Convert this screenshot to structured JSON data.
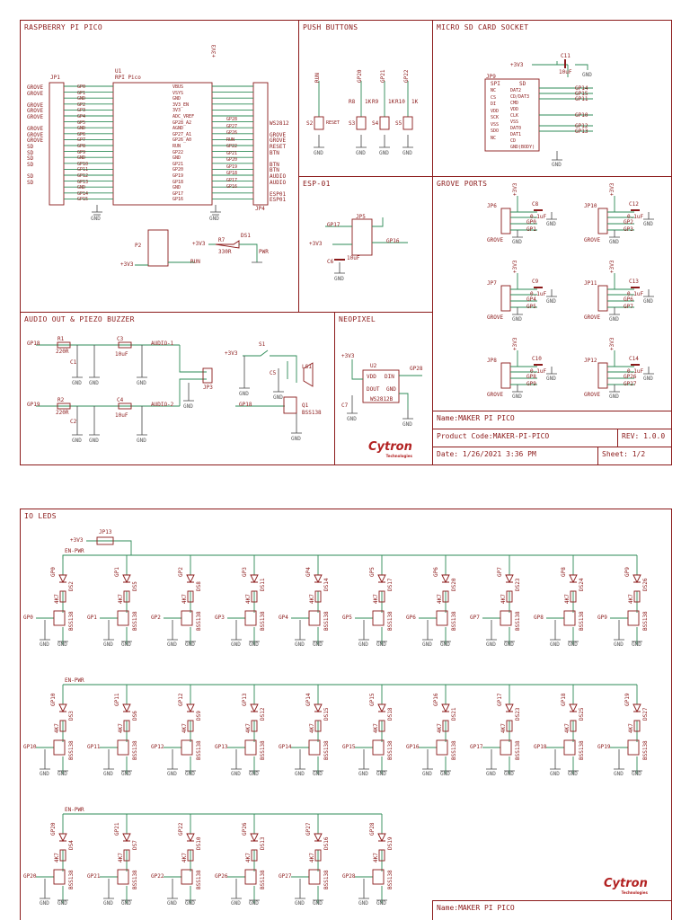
{
  "sheet1": {
    "panels": {
      "pico": "RASPBERRY PI PICO",
      "push": "PUSH BUTTONS",
      "sd": "MICRO SD CARD SOCKET",
      "esp": "ESP-01",
      "grove": "GROVE PORTS",
      "audio": "AUDIO OUT & PIEZO BUZZER",
      "neopixel": "NEOPIXEL"
    },
    "pico": {
      "jp1": "JP1",
      "u1": "U1",
      "u1_name": "RPI Pico",
      "jp4": "JP4",
      "left_labels": [
        "GROVE",
        "GROVE",
        "",
        "GROVE",
        "GROVE",
        "GROVE",
        "",
        "GROVE",
        "GROVE",
        "GROVE",
        "SD",
        "SD",
        "SD",
        "SD",
        "",
        "SD",
        "SD"
      ],
      "right_labels": [
        "",
        "",
        "",
        "",
        "",
        "",
        "WS2812",
        "",
        "GROVE",
        "GROVE",
        "RESET",
        "BTN",
        "",
        "BTN",
        "BTN",
        "AUDIO",
        "AUDIO",
        "",
        "ESP01",
        "ESP01"
      ],
      "gp_left": [
        "GP0",
        "GP1",
        "GND",
        "GP2",
        "GP3",
        "GP4",
        "GP5",
        "GND",
        "GP6",
        "GP7",
        "GP8",
        "GP9",
        "GND",
        "GP10",
        "GP11",
        "GP12",
        "GP13",
        "GND",
        "GP14",
        "GP15"
      ],
      "gp_right": [
        "VBUS",
        "VSYS",
        "GND",
        "3V3_EN",
        "3V3",
        "ADC_VREF",
        "GP28_A2",
        "AGND",
        "GP27_A1",
        "GP26_A0",
        "RUN",
        "GP22",
        "GND",
        "GP21",
        "GP20",
        "GP19",
        "GP18",
        "GND",
        "GP17",
        "GP16"
      ],
      "jp4_gp": [
        "GP28",
        "GP27",
        "GP26",
        "RUN",
        "GP22",
        "GP21",
        "GP20",
        "GP19",
        "GP18",
        "GP17",
        "GP16"
      ],
      "p2": "P2",
      "r7": "R7",
      "r7_val": "330R",
      "ds1": "DS1",
      "pwr": "PWR",
      "v33": "+3V3",
      "run": "RUN",
      "gnd": "GND"
    },
    "push": {
      "btns": [
        {
          "sw": "S2",
          "lbl": "RESET",
          "net": "RUN"
        },
        {
          "sw": "S3",
          "lbl": "",
          "net": "GP20",
          "r": "R8",
          "rv": "1K"
        },
        {
          "sw": "S4",
          "lbl": "",
          "net": "GP21",
          "r": "R9",
          "rv": "1K"
        },
        {
          "sw": "S5",
          "lbl": "",
          "net": "GP22",
          "r": "R10",
          "rv": "1K"
        }
      ]
    },
    "sd": {
      "c11": "C11",
      "c11_val": "10uF",
      "jp9": "JP9",
      "spi": "SPI",
      "sdcol": "SD",
      "pins_left": [
        "NC",
        "CS",
        "DI",
        "VDD",
        "SCK",
        "VSS",
        "SDO",
        "NC"
      ],
      "pins_right": [
        "DAT2",
        "CD/DAT3",
        "CMD",
        "VDD",
        "CLK",
        "VSS",
        "DAT0",
        "DAT1",
        "CD",
        "GND(BODY)"
      ],
      "nets": [
        "GP14",
        "GP15",
        "GP11",
        "GP10",
        "GP12",
        "GP13"
      ]
    },
    "esp": {
      "jp5": "JP5",
      "c6": "C6",
      "c6_val": "10uF",
      "nets": [
        "GP17",
        "GP16",
        "+3V3",
        "GND"
      ]
    },
    "grove": {
      "ports": [
        {
          "jp": "JP6",
          "c": "C8",
          "cv": "0.1uF",
          "a": "GP0",
          "b": "GP1"
        },
        {
          "jp": "JP10",
          "c": "C12",
          "cv": "0.1uF",
          "a": "GP2",
          "b": "GP3"
        },
        {
          "jp": "JP7",
          "c": "C9",
          "cv": "0.1uF",
          "a": "GP4",
          "b": "GP5"
        },
        {
          "jp": "JP11",
          "c": "C13",
          "cv": "0.1uF",
          "a": "GP6",
          "b": "GP7"
        },
        {
          "jp": "JP8",
          "c": "C10",
          "cv": "0.1uF",
          "a": "GP8",
          "b": "GP9"
        },
        {
          "jp": "JP12",
          "c": "C14",
          "cv": "0.1uF",
          "a": "GP26",
          "b": "GP27"
        }
      ],
      "type": "GROVE"
    },
    "audio": {
      "gp18": "GP18",
      "gp19": "GP19",
      "r1": "R1",
      "r1v": "220R",
      "r2": "R2",
      "r2v": "220R",
      "c1": "C1",
      "c2": "C2",
      "c3": "C3",
      "c3v": "10uF",
      "c4": "C4",
      "c4v": "10uF",
      "audio1": "AUDIO-1",
      "audio2": "AUDIO-2",
      "jp3": "JP3",
      "s1": "S1",
      "ls1": "LS1",
      "q1": "Q1",
      "bss": "BSS138",
      "c5": "C5"
    },
    "neo": {
      "u2": "U2",
      "part": "WS2812B",
      "vdd": "VDD",
      "din": "DIN",
      "dout": "DOUT",
      "gnd": "GND",
      "net": "GP28",
      "c7": "C7"
    },
    "titleblock": {
      "name": "Name:MAKER PI PICO",
      "code": "Product Code:MAKER-PI-PICO",
      "rev": "REV: 1.0.0",
      "date": "Date: 1/26/2021 3:36 PM",
      "sheet": "Sheet: 1/2"
    },
    "logo": "Cytron",
    "logo_sub": "Technologies"
  },
  "sheet2": {
    "title": "IO LEDS",
    "jp13": "JP13",
    "v33": "+3V3",
    "enpwr": "EN-PWR",
    "rows": [
      [
        "GP0",
        "GP1",
        "GP2",
        "GP3",
        "GP4",
        "GP5",
        "GP6",
        "GP7",
        "GP8",
        "GP9"
      ],
      [
        "GP10",
        "GP11",
        "GP12",
        "GP13",
        "GP14",
        "GP15",
        "GP16",
        "GP17",
        "GP18",
        "GP19"
      ],
      [
        "GP20",
        "GP21",
        "GP22",
        "GP26",
        "GP27",
        "GP28"
      ]
    ],
    "ds": [
      [
        "DS2",
        "DS5",
        "DS8",
        "DS11",
        "DS14",
        "DS17",
        "DS20",
        "DS23",
        "DS24",
        "DS26"
      ],
      [
        "DS3",
        "DS6",
        "DS9",
        "DS12",
        "DS15",
        "DS18",
        "DS21",
        "DS23",
        "DS25",
        "DS27"
      ],
      [
        "DS4",
        "DS7",
        "DS10",
        "DS13",
        "DS16",
        "DS19"
      ]
    ],
    "mosfet": "BSS138",
    "res": "4K7",
    "gnd": "GND",
    "titleblock": {
      "name": "Name:MAKER PI PICO"
    },
    "logo": "Cytron",
    "logo_sub": "Technologies"
  }
}
